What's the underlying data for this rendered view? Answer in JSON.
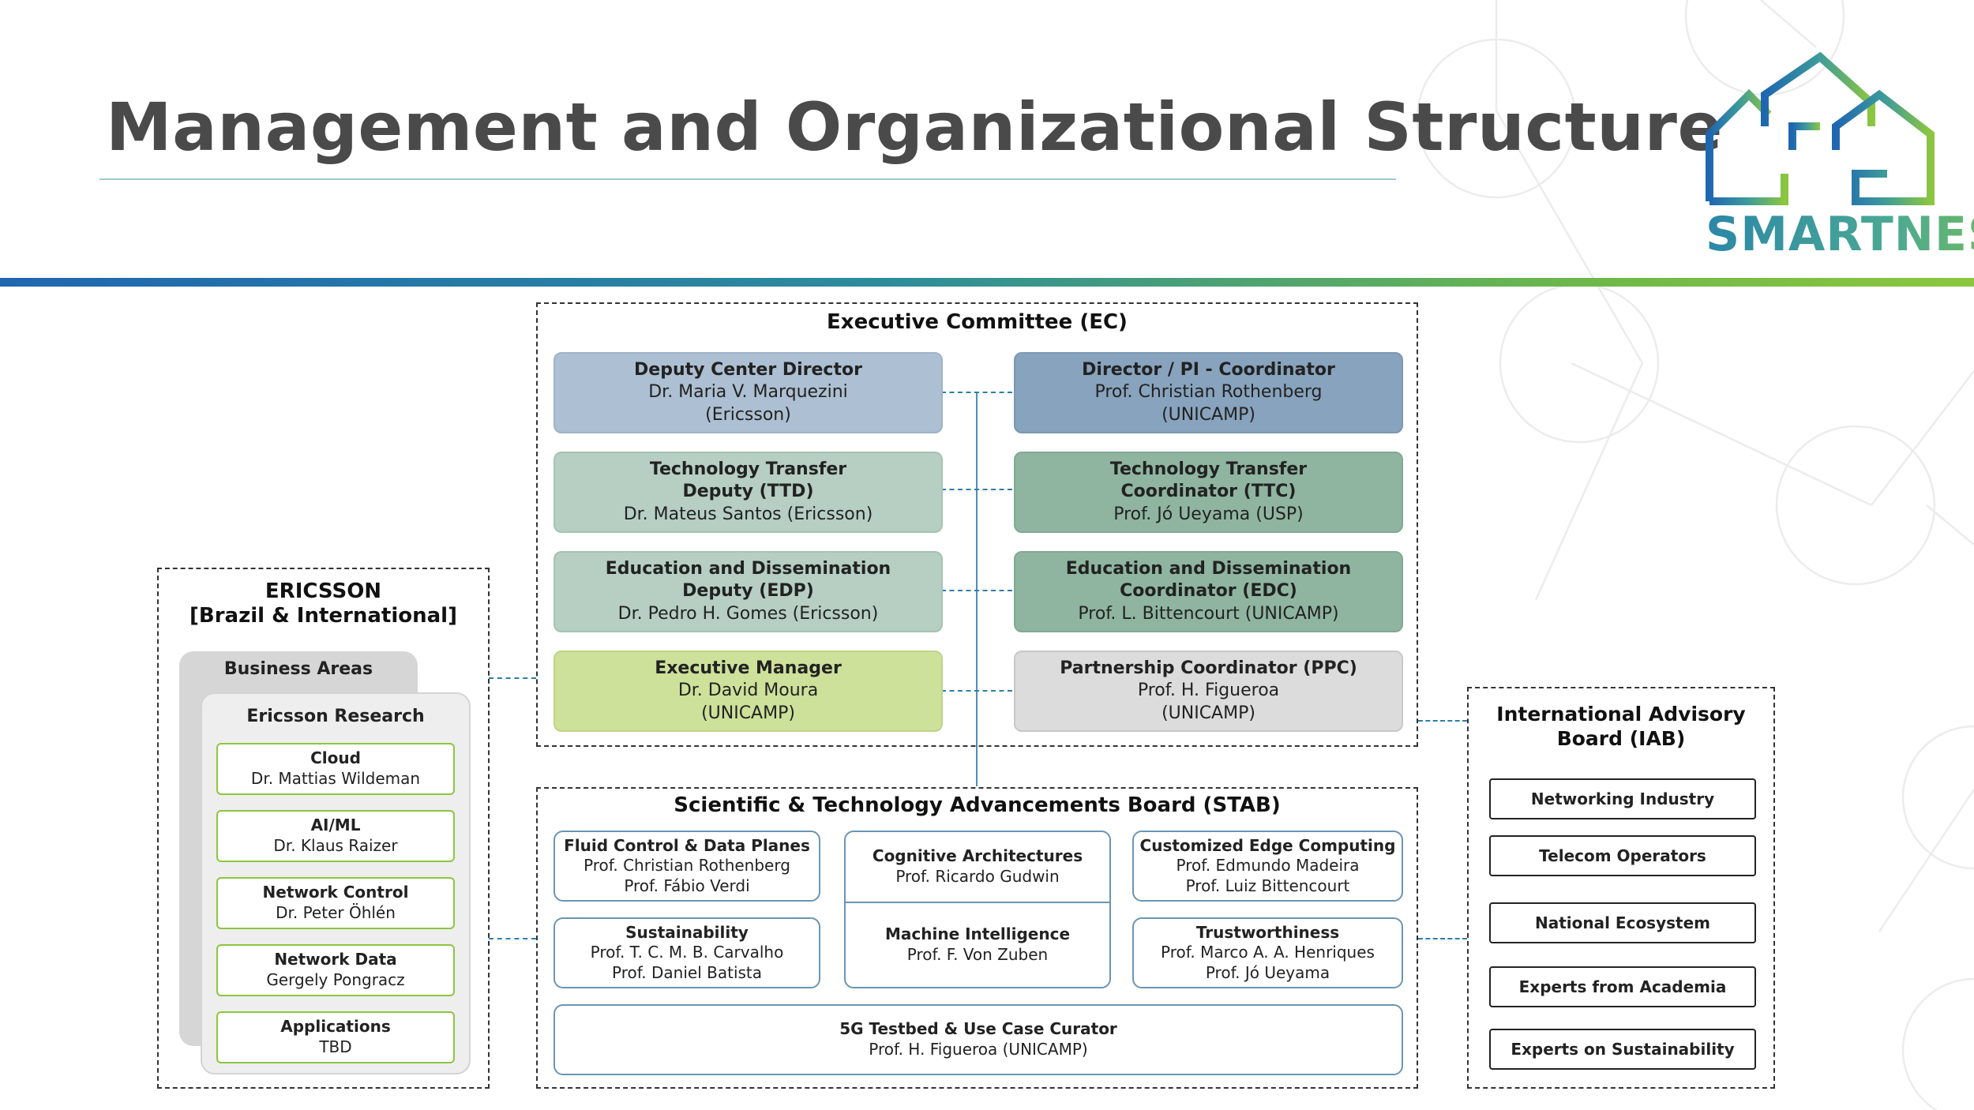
{
  "title": "Management and Organizational Structure",
  "logo": {
    "text": "SMARTNESS",
    "icon": "houses-logo-icon"
  },
  "colors": {
    "blue": "#1f66b1",
    "teal": "#2d8c9c",
    "green": "#8cc63f"
  },
  "executive_committee": {
    "title": "Executive Committee (EC)",
    "left": [
      {
        "lines": [
          "Deputy Center Director",
          "Dr. Maria V. Marquezini",
          "(Ericsson)"
        ]
      },
      {
        "lines": [
          "Technology Transfer",
          "Deputy (TTD)",
          "Dr. Mateus Santos (Ericsson)"
        ]
      },
      {
        "lines": [
          "Education and Dissemination",
          "Deputy (EDP)",
          "Dr. Pedro H. Gomes (Ericsson)"
        ]
      },
      {
        "lines": [
          "Executive Manager",
          "Dr. David Moura",
          "(UNICAMP)"
        ]
      }
    ],
    "right": [
      {
        "lines": [
          "Director / PI - Coordinator",
          "Prof. Christian Rothenberg",
          "(UNICAMP)"
        ]
      },
      {
        "lines": [
          "Technology Transfer",
          "Coordinator (TTC)",
          "Prof. Jó Ueyama (USP)"
        ]
      },
      {
        "lines": [
          "Education and Dissemination",
          "Coordinator (EDC)",
          "Prof. L. Bittencourt (UNICAMP)"
        ]
      },
      {
        "lines": [
          "Partnership Coordinator (PPC)",
          "Prof. H. Figueroa",
          "(UNICAMP)"
        ]
      }
    ]
  },
  "stab": {
    "title": "Scientific & Technology Advancements Board (STAB)",
    "boxes": [
      {
        "lines": [
          "Fluid Control & Data Planes",
          "Prof. Christian Rothenberg",
          "Prof. Fábio Verdi"
        ]
      },
      {
        "lines": [
          "Cognitive Architectures",
          "Prof. Ricardo Gudwin"
        ]
      },
      {
        "lines": [
          "Customized Edge Computing",
          "Prof. Edmundo Madeira",
          "Prof. Luiz Bittencourt"
        ]
      },
      {
        "lines": [
          "Sustainability",
          "Prof. T. C. M. B. Carvalho",
          "Prof. Daniel Batista"
        ]
      },
      {
        "lines": [
          "Machine Intelligence",
          "Prof. F. Von Zuben"
        ]
      },
      {
        "lines": [
          "Trustworthiness",
          "Prof. Marco A. A. Henriques",
          "Prof. Jó Ueyama"
        ]
      },
      {
        "lines": [
          "5G Testbed & Use Case Curator",
          "Prof. H. Figueroa (UNICAMP)"
        ]
      }
    ]
  },
  "ericsson": {
    "title_1": "ERICSSON",
    "title_2": "[Brazil & International]",
    "business_areas": "Business Areas",
    "research": "Ericsson Research",
    "items": [
      {
        "lines": [
          "Cloud",
          "Dr. Mattias Wildeman"
        ]
      },
      {
        "lines": [
          "AI/ML",
          "Dr. Klaus Raizer"
        ]
      },
      {
        "lines": [
          "Network Control",
          "Dr. Peter Öhlén"
        ]
      },
      {
        "lines": [
          "Network Data",
          "Gergely Pongracz"
        ]
      },
      {
        "lines": [
          "Applications",
          "TBD"
        ]
      }
    ]
  },
  "iab": {
    "title_1": "International Advisory",
    "title_2": "Board (IAB)",
    "items": [
      "Networking Industry",
      "Telecom Operators",
      "National Ecosystem",
      "Experts from Academia",
      "Experts on Sustainability"
    ]
  }
}
